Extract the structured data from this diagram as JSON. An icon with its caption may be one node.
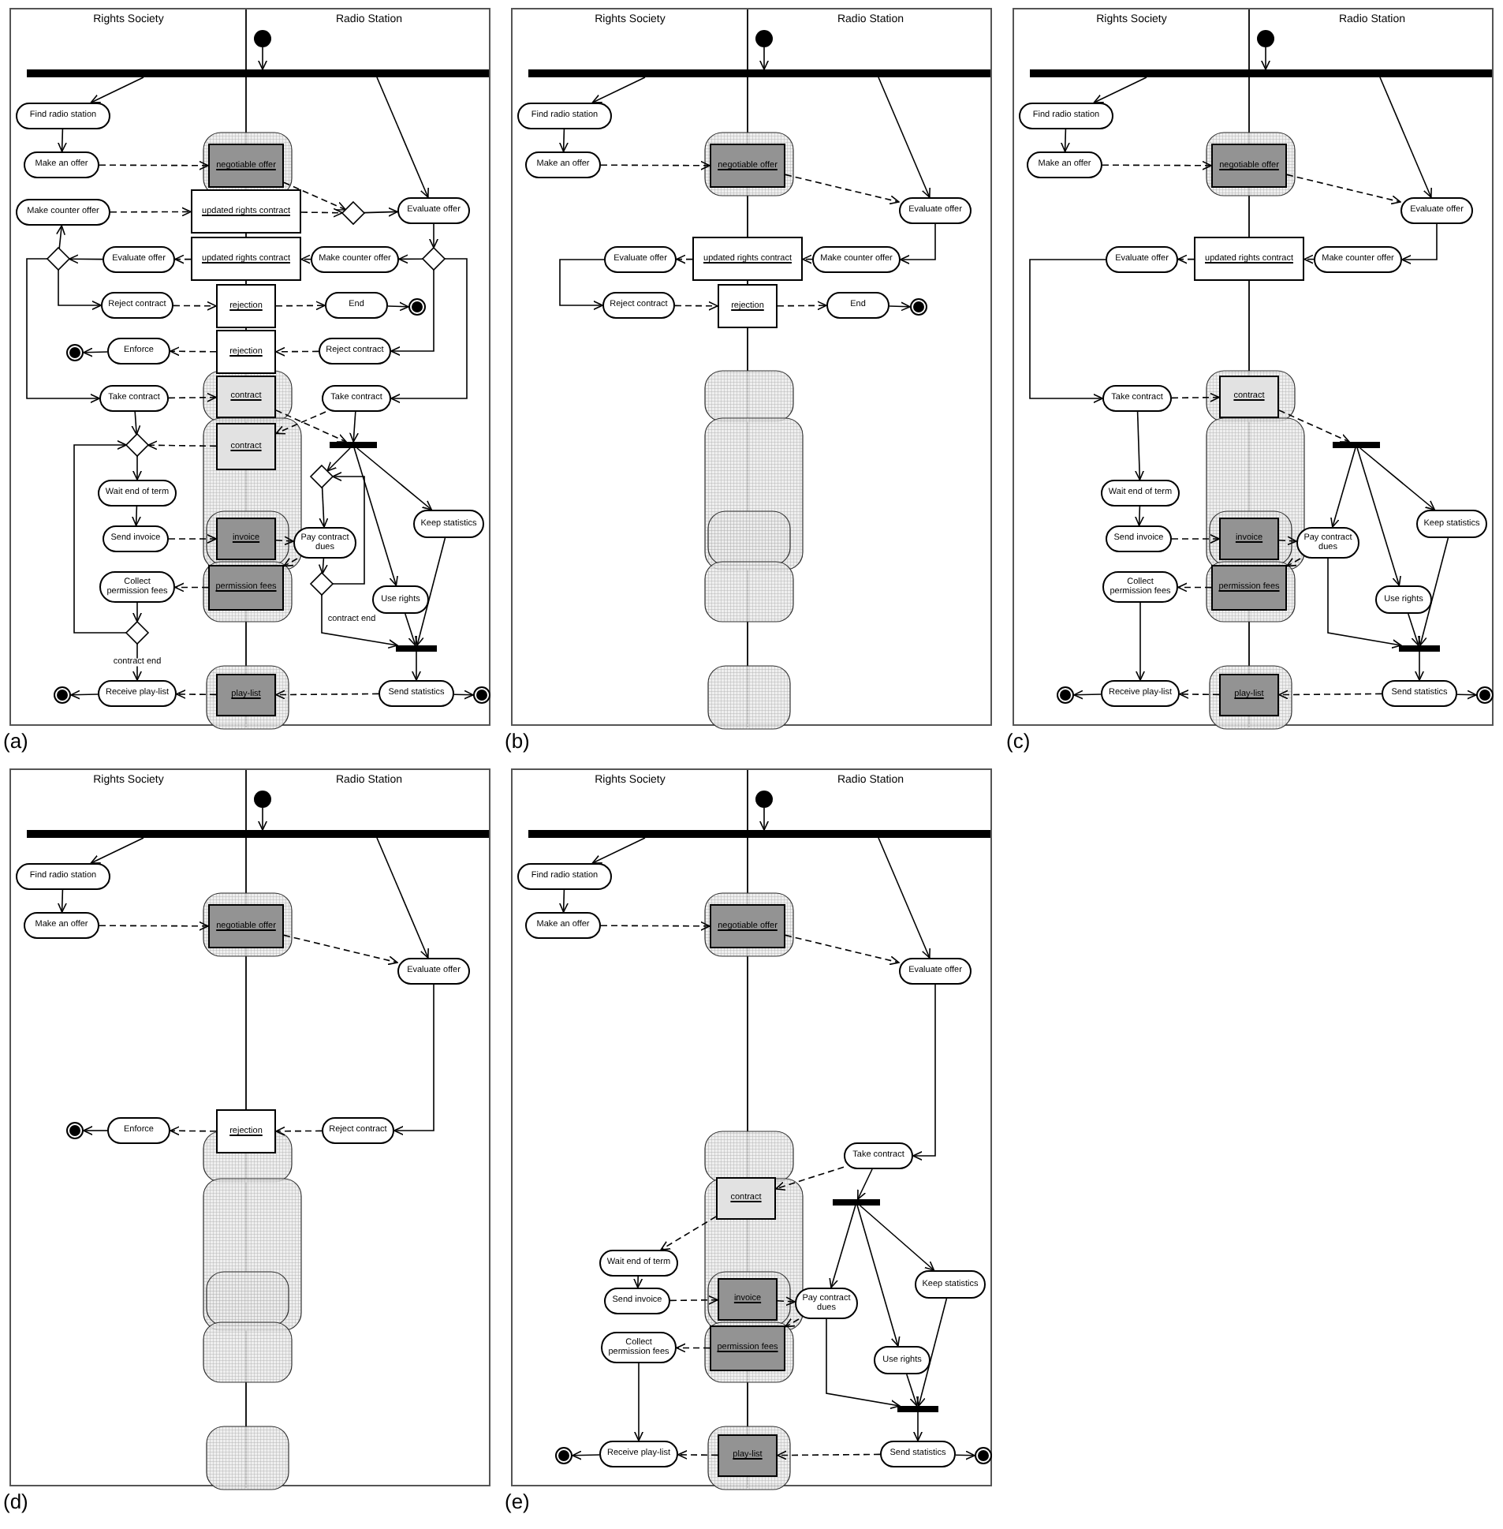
{
  "diagram": {
    "nodes": [
      {
        "text": [
          "Rights Society",
          "Radio Station"
        ],
        "beside": [
          "(a)"
        ]
      },
      {
        "text": [],
        "shape": "circle",
        "in": 0
      },
      {
        "text": [],
        "shape": "bar",
        "in": 0
      },
      {
        "text": [
          "Find radio station"
        ],
        "in": 0
      },
      {
        "text": [
          "Make an offer"
        ],
        "in": 0
      },
      {
        "text": [
          "negotiable offer"
        ],
        "in": 0
      },
      {
        "text": [
          "Make counter offer"
        ],
        "in": 0
      },
      {
        "text": [
          "updated rights contract"
        ],
        "in": 0
      },
      {
        "text": [],
        "shape": "diamond",
        "in": 0
      },
      {
        "text": [
          "Evaluate offer"
        ],
        "in": 0
      },
      {
        "text": [],
        "shape": "diamond",
        "in": 0
      },
      {
        "text": [
          "Evaluate offer"
        ],
        "in": 0
      },
      {
        "text": [
          "updated rights contract"
        ],
        "in": 0
      },
      {
        "text": [
          "Make counter offer"
        ],
        "in": 0
      },
      {
        "text": [],
        "shape": "diamond",
        "in": 0
      },
      {
        "text": [
          "Reject contract"
        ],
        "in": 0
      },
      {
        "text": [
          "rejection"
        ],
        "in": 0
      },
      {
        "text": [
          "End"
        ],
        "in": 0
      },
      {
        "text": [],
        "shape": "circle",
        "in": 0
      },
      {
        "text": [],
        "shape": "circle",
        "in": 0
      },
      {
        "text": [
          "Enforce"
        ],
        "in": 0
      },
      {
        "text": [
          "rejection"
        ],
        "in": 0
      },
      {
        "text": [
          "Reject contract"
        ],
        "in": 0
      },
      {
        "text": [
          "Take contract"
        ],
        "in": 0
      },
      {
        "text": [
          "contract"
        ],
        "in": 0
      },
      {
        "text": [
          "Take contract"
        ],
        "in": 0
      },
      {
        "text": [],
        "shape": "diamond",
        "in": 0
      },
      {
        "text": [
          "contract"
        ],
        "in": 0
      },
      {
        "text": [],
        "shape": "bar",
        "in": 0
      },
      {
        "text": [],
        "shape": "diamond",
        "in": 0
      },
      {
        "text": [
          "Wait end of term"
        ],
        "in": 0
      },
      {
        "text": [
          "Keep statistics"
        ],
        "in": 0
      },
      {
        "text": [
          "Send invoice"
        ],
        "in": 0
      },
      {
        "text": [
          "invoice"
        ],
        "in": 0
      },
      {
        "text": [
          "Pay contract dues"
        ],
        "in": 0
      },
      {
        "text": [
          "Collect permission fees"
        ],
        "in": 0
      },
      {
        "text": [
          "permission fees"
        ],
        "in": 0
      },
      {
        "text": [],
        "shape": "diamond",
        "in": 0
      },
      {
        "text": [
          "Use rights"
        ],
        "in": 0
      },
      {
        "text": [],
        "shape": "diamond",
        "in": 0
      },
      {
        "text": [],
        "shape": "bar",
        "in": 0
      },
      {
        "text": [],
        "shape": "circle",
        "in": 0
      },
      {
        "text": [
          "Receive play-list"
        ],
        "in": 0
      },
      {
        "text": [
          "play-list"
        ],
        "in": 0
      },
      {
        "text": [
          "Send statistics"
        ],
        "in": 0
      },
      {
        "text": [],
        "shape": "circle",
        "in": 0
      },
      {
        "text": [
          "Rights Society",
          "Radio Station"
        ],
        "beside": [
          "(b)"
        ]
      },
      {
        "text": [],
        "shape": "circle",
        "in": 46
      },
      {
        "text": [],
        "shape": "bar",
        "in": 46
      },
      {
        "text": [
          "Find radio station"
        ],
        "in": 46
      },
      {
        "text": [
          "Make an offer"
        ],
        "in": 46
      },
      {
        "text": [
          "negotiable offer"
        ],
        "in": 46
      },
      {
        "text": [
          "Evaluate offer"
        ],
        "in": 46
      },
      {
        "text": [
          "Evaluate offer"
        ],
        "in": 46
      },
      {
        "text": [
          "updated rights contract"
        ],
        "in": 46
      },
      {
        "text": [
          "Make counter offer"
        ],
        "in": 46
      },
      {
        "text": [
          "Reject contract"
        ],
        "in": 46
      },
      {
        "text": [
          "rejection"
        ],
        "in": 46
      },
      {
        "text": [
          "End"
        ],
        "in": 46
      },
      {
        "text": [],
        "shape": "circle",
        "in": 46
      },
      {
        "text": [
          "Rights Society",
          "Radio Station"
        ],
        "beside": [
          "(c)"
        ]
      },
      {
        "text": [],
        "shape": "circle",
        "in": 60
      },
      {
        "text": [],
        "shape": "bar",
        "in": 60
      },
      {
        "text": [
          "Find radio station"
        ],
        "in": 60
      },
      {
        "text": [
          "Make an offer"
        ],
        "in": 60
      },
      {
        "text": [
          "negotiable offer"
        ],
        "in": 60
      },
      {
        "text": [
          "Evaluate offer"
        ],
        "in": 60
      },
      {
        "text": [
          "Evaluate offer"
        ],
        "in": 60
      },
      {
        "text": [
          "updated rights contract"
        ],
        "in": 60
      },
      {
        "text": [
          "Make counter offer"
        ],
        "in": 60
      },
      {
        "text": [
          "Take contract"
        ],
        "in": 60
      },
      {
        "text": [
          "contract"
        ],
        "in": 60
      },
      {
        "text": [],
        "shape": "bar",
        "in": 60
      },
      {
        "text": [
          "Wait end of term"
        ],
        "in": 60
      },
      {
        "text": [
          "Keep statistics"
        ],
        "in": 60
      },
      {
        "text": [
          "Send invoice"
        ],
        "in": 60
      },
      {
        "text": [
          "invoice"
        ],
        "in": 60
      },
      {
        "text": [
          "Pay contract dues"
        ],
        "in": 60
      },
      {
        "text": [
          "Collect permission fees"
        ],
        "in": 60
      },
      {
        "text": [
          "permission fees"
        ],
        "in": 60
      },
      {
        "text": [
          "Use rights"
        ],
        "in": 60
      },
      {
        "text": [],
        "shape": "bar",
        "in": 60
      },
      {
        "text": [],
        "shape": "circle",
        "in": 60
      },
      {
        "text": [
          "Receive play-list"
        ],
        "in": 60
      },
      {
        "text": [
          "play-list"
        ],
        "in": 60
      },
      {
        "text": [
          "Send statistics"
        ],
        "in": 60
      },
      {
        "text": [],
        "shape": "circle",
        "in": 60
      },
      {
        "text": [
          "Rights Society",
          "Radio Station"
        ],
        "beside": [
          "(d)"
        ]
      },
      {
        "text": [],
        "shape": "circle",
        "in": 87
      },
      {
        "text": [],
        "shape": "bar",
        "in": 87
      },
      {
        "text": [
          "Find radio station"
        ],
        "in": 87
      },
      {
        "text": [
          "Make an offer"
        ],
        "in": 87
      },
      {
        "text": [
          "negotiable offer"
        ],
        "in": 87
      },
      {
        "text": [
          "Evaluate offer"
        ],
        "in": 87
      },
      {
        "text": [],
        "shape": "circle",
        "in": 87
      },
      {
        "text": [
          "Enforce"
        ],
        "in": 87
      },
      {
        "text": [
          "rejection"
        ],
        "in": 87
      },
      {
        "text": [
          "Reject contract"
        ],
        "in": 87
      },
      {
        "text": [
          "Rights Society",
          "Radio Station"
        ],
        "beside": [
          "(e)"
        ]
      },
      {
        "text": [],
        "shape": "circle",
        "in": 98
      },
      {
        "text": [],
        "shape": "bar",
        "in": 98
      },
      {
        "text": [
          "Find radio station"
        ],
        "in": 98
      },
      {
        "text": [
          "Make an offer"
        ],
        "in": 98
      },
      {
        "text": [
          "negotiable offer"
        ],
        "in": 98
      },
      {
        "text": [
          "Evaluate offer"
        ],
        "in": 98
      },
      {
        "text": [
          "Take contract"
        ],
        "in": 98
      },
      {
        "text": [
          "contract"
        ],
        "in": 98
      },
      {
        "text": [],
        "shape": "bar",
        "in": 98
      },
      {
        "text": [
          "Wait end of term"
        ],
        "in": 98
      },
      {
        "text": [
          "Keep statistics"
        ],
        "in": 98
      },
      {
        "text": [
          "Send invoice"
        ],
        "in": 98
      },
      {
        "text": [
          "invoice"
        ],
        "in": 98
      },
      {
        "text": [
          "Pay contract dues"
        ],
        "in": 98
      },
      {
        "text": [
          "Collect permission fees"
        ],
        "in": 98
      },
      {
        "text": [
          "permission fees"
        ],
        "in": 98
      },
      {
        "text": [
          "Use rights"
        ],
        "in": 98
      },
      {
        "text": [],
        "shape": "bar",
        "in": 98
      },
      {
        "text": [],
        "shape": "circle",
        "in": 98
      },
      {
        "text": [
          "Receive play-list"
        ],
        "in": 98
      },
      {
        "text": [
          "play-list"
        ],
        "in": 98
      },
      {
        "text": [
          "Send statistics"
        ],
        "in": 98
      },
      {
        "text": [],
        "shape": "circle",
        "in": 98
      }
    ],
    "edges": [
      {
        "from": 1,
        "to": 2,
        "arrow": "to"
      },
      {
        "from": 2,
        "to": 3,
        "arrow": "to"
      },
      {
        "from": 2,
        "to": 9,
        "arrow": "to"
      },
      {
        "from": 3,
        "to": 4,
        "arrow": "to"
      },
      {
        "from": 4,
        "to": 5,
        "arrow": "to",
        "style": "dashed"
      },
      {
        "from": 5,
        "to": 8,
        "arrow": "to",
        "style": "dashed"
      },
      {
        "from": 6,
        "to": 7,
        "arrow": "to",
        "style": "dashed"
      },
      {
        "from": 7,
        "to": 8,
        "arrow": "to",
        "style": "dashed"
      },
      {
        "from": 8,
        "to": 9,
        "arrow": "to"
      },
      {
        "from": 9,
        "to": 14,
        "arrow": "to"
      },
      {
        "from": 14,
        "to": 13,
        "arrow": "to"
      },
      {
        "from": 13,
        "to": 12,
        "arrow": "to",
        "style": "dashed"
      },
      {
        "from": 12,
        "to": 11,
        "arrow": "to",
        "style": "dashed"
      },
      {
        "from": 11,
        "to": 10,
        "arrow": "to"
      },
      {
        "from": 10,
        "to": 6,
        "arrow": "to"
      },
      {
        "from": 10,
        "to": 15,
        "arrow": "to"
      },
      {
        "from": 15,
        "to": 16,
        "arrow": "to",
        "style": "dashed"
      },
      {
        "from": 16,
        "to": 17,
        "arrow": "to",
        "style": "dashed"
      },
      {
        "from": 17,
        "to": 18,
        "arrow": "to"
      },
      {
        "from": 14,
        "to": 22,
        "arrow": "to"
      },
      {
        "from": 22,
        "to": 21,
        "arrow": "to",
        "style": "dashed"
      },
      {
        "from": 21,
        "to": 20,
        "arrow": "to",
        "style": "dashed"
      },
      {
        "from": 20,
        "to": 19,
        "arrow": "to"
      },
      {
        "from": 10,
        "to": 23,
        "arrow": "to"
      },
      {
        "from": 14,
        "to": 25,
        "arrow": "to"
      },
      {
        "from": 23,
        "to": 24,
        "arrow": "to",
        "style": "dashed"
      },
      {
        "from": 25,
        "to": 27,
        "arrow": "to",
        "style": "dashed"
      },
      {
        "from": 24,
        "to": 28,
        "arrow": "to",
        "style": "dashed"
      },
      {
        "from": 25,
        "to": 28,
        "arrow": "to"
      },
      {
        "from": 23,
        "to": 26,
        "arrow": "to"
      },
      {
        "from": 27,
        "to": 26,
        "arrow": "to",
        "style": "dashed"
      },
      {
        "from": 26,
        "to": 30,
        "arrow": "to"
      },
      {
        "from": 30,
        "to": 32,
        "arrow": "to"
      },
      {
        "from": 32,
        "to": 33,
        "arrow": "to",
        "style": "dashed"
      },
      {
        "from": 33,
        "to": 34,
        "arrow": "to",
        "style": "dashed"
      },
      {
        "from": 34,
        "to": 36,
        "arrow": "to",
        "style": "dashed"
      },
      {
        "from": 36,
        "to": 35,
        "arrow": "to",
        "style": "dashed"
      },
      {
        "from": 35,
        "to": 39,
        "arrow": "to"
      },
      {
        "from": 39,
        "to": 42,
        "arrow": "to",
        "label": "contract end"
      },
      {
        "from": 39,
        "to": 26,
        "arrow": "to"
      },
      {
        "from": 42,
        "to": 41,
        "arrow": "to"
      },
      {
        "from": 43,
        "to": 42,
        "arrow": "to",
        "style": "dashed"
      },
      {
        "from": 44,
        "to": 43,
        "arrow": "to",
        "style": "dashed"
      },
      {
        "from": 44,
        "to": 45,
        "arrow": "to"
      },
      {
        "from": 28,
        "to": 29,
        "arrow": "to"
      },
      {
        "from": 29,
        "to": 34,
        "arrow": "to"
      },
      {
        "from": 34,
        "to": 37,
        "arrow": "to"
      },
      {
        "from": 37,
        "to": 29,
        "arrow": "to"
      },
      {
        "from": 37,
        "to": 40,
        "arrow": "to",
        "label": "contract end"
      },
      {
        "from": 28,
        "to": 38,
        "arrow": "to"
      },
      {
        "from": 28,
        "to": 31,
        "arrow": "to"
      },
      {
        "from": 38,
        "to": 40,
        "arrow": "to"
      },
      {
        "from": 31,
        "to": 40,
        "arrow": "to"
      },
      {
        "from": 40,
        "to": 44,
        "arrow": "to"
      },
      {
        "from": 47,
        "to": 48,
        "arrow": "to"
      },
      {
        "from": 48,
        "to": 49,
        "arrow": "to"
      },
      {
        "from": 48,
        "to": 52,
        "arrow": "to"
      },
      {
        "from": 49,
        "to": 50,
        "arrow": "to"
      },
      {
        "from": 50,
        "to": 51,
        "arrow": "to",
        "style": "dashed"
      },
      {
        "from": 51,
        "to": 52,
        "arrow": "to",
        "style": "dashed"
      },
      {
        "from": 52,
        "to": 55,
        "arrow": "to"
      },
      {
        "from": 55,
        "to": 54,
        "arrow": "to",
        "style": "dashed"
      },
      {
        "from": 54,
        "to": 53,
        "arrow": "to",
        "style": "dashed"
      },
      {
        "from": 53,
        "to": 56,
        "arrow": "to"
      },
      {
        "from": 56,
        "to": 57,
        "arrow": "to",
        "style": "dashed"
      },
      {
        "from": 57,
        "to": 58,
        "arrow": "to",
        "style": "dashed"
      },
      {
        "from": 58,
        "to": 59,
        "arrow": "to"
      },
      {
        "from": 61,
        "to": 62,
        "arrow": "to"
      },
      {
        "from": 62,
        "to": 63,
        "arrow": "to"
      },
      {
        "from": 62,
        "to": 66,
        "arrow": "to"
      },
      {
        "from": 63,
        "to": 64,
        "arrow": "to"
      },
      {
        "from": 64,
        "to": 65,
        "arrow": "to",
        "style": "dashed"
      },
      {
        "from": 65,
        "to": 66,
        "arrow": "to",
        "style": "dashed"
      },
      {
        "from": 66,
        "to": 69,
        "arrow": "to"
      },
      {
        "from": 69,
        "to": 68,
        "arrow": "to",
        "style": "dashed"
      },
      {
        "from": 68,
        "to": 67,
        "arrow": "to",
        "style": "dashed"
      },
      {
        "from": 67,
        "to": 70,
        "arrow": "to"
      },
      {
        "from": 70,
        "to": 71,
        "arrow": "to",
        "style": "dashed"
      },
      {
        "from": 71,
        "to": 72,
        "arrow": "to",
        "style": "dashed"
      },
      {
        "from": 70,
        "to": 73,
        "arrow": "to"
      },
      {
        "from": 73,
        "to": 75,
        "arrow": "to"
      },
      {
        "from": 75,
        "to": 76,
        "arrow": "to",
        "style": "dashed"
      },
      {
        "from": 76,
        "to": 77,
        "arrow": "to",
        "style": "dashed"
      },
      {
        "from": 77,
        "to": 79,
        "arrow": "to",
        "style": "dashed"
      },
      {
        "from": 79,
        "to": 78,
        "arrow": "to",
        "style": "dashed"
      },
      {
        "from": 78,
        "to": 83,
        "arrow": "to"
      },
      {
        "from": 83,
        "to": 82,
        "arrow": "to"
      },
      {
        "from": 84,
        "to": 83,
        "arrow": "to",
        "style": "dashed"
      },
      {
        "from": 85,
        "to": 84,
        "arrow": "to",
        "style": "dashed"
      },
      {
        "from": 85,
        "to": 86,
        "arrow": "to"
      },
      {
        "from": 72,
        "to": 77,
        "arrow": "to"
      },
      {
        "from": 72,
        "to": 80,
        "arrow": "to"
      },
      {
        "from": 72,
        "to": 74,
        "arrow": "to"
      },
      {
        "from": 77,
        "to": 81,
        "arrow": "to"
      },
      {
        "from": 80,
        "to": 81,
        "arrow": "to"
      },
      {
        "from": 74,
        "to": 81,
        "arrow": "to"
      },
      {
        "from": 81,
        "to": 85,
        "arrow": "to"
      },
      {
        "from": 88,
        "to": 89,
        "arrow": "to"
      },
      {
        "from": 89,
        "to": 90,
        "arrow": "to"
      },
      {
        "from": 89,
        "to": 93,
        "arrow": "to"
      },
      {
        "from": 90,
        "to": 91,
        "arrow": "to"
      },
      {
        "from": 91,
        "to": 92,
        "arrow": "to",
        "style": "dashed"
      },
      {
        "from": 92,
        "to": 93,
        "arrow": "to",
        "style": "dashed"
      },
      {
        "from": 93,
        "to": 97,
        "arrow": "to"
      },
      {
        "from": 97,
        "to": 96,
        "arrow": "to",
        "style": "dashed"
      },
      {
        "from": 96,
        "to": 95,
        "arrow": "to",
        "style": "dashed"
      },
      {
        "from": 95,
        "to": 94,
        "arrow": "to"
      },
      {
        "from": 99,
        "to": 100,
        "arrow": "to"
      },
      {
        "from": 100,
        "to": 101,
        "arrow": "to"
      },
      {
        "from": 100,
        "to": 104,
        "arrow": "to"
      },
      {
        "from": 101,
        "to": 102,
        "arrow": "to"
      },
      {
        "from": 102,
        "to": 103,
        "arrow": "to",
        "style": "dashed"
      },
      {
        "from": 103,
        "to": 104,
        "arrow": "to",
        "style": "dashed"
      },
      {
        "from": 104,
        "to": 105,
        "arrow": "to"
      },
      {
        "from": 105,
        "to": 106,
        "arrow": "to",
        "style": "dashed"
      },
      {
        "from": 105,
        "to": 107,
        "arrow": "to"
      },
      {
        "from": 106,
        "to": 108,
        "arrow": "to",
        "style": "dashed"
      },
      {
        "from": 108,
        "to": 110,
        "arrow": "to"
      },
      {
        "from": 110,
        "to": 111,
        "arrow": "to",
        "style": "dashed"
      },
      {
        "from": 111,
        "to": 112,
        "arrow": "to",
        "style": "dashed"
      },
      {
        "from": 112,
        "to": 114,
        "arrow": "to",
        "style": "dashed"
      },
      {
        "from": 114,
        "to": 113,
        "arrow": "to",
        "style": "dashed"
      },
      {
        "from": 113,
        "to": 118,
        "arrow": "to"
      },
      {
        "from": 118,
        "to": 117,
        "arrow": "to"
      },
      {
        "from": 119,
        "to": 118,
        "arrow": "to",
        "style": "dashed"
      },
      {
        "from": 120,
        "to": 119,
        "arrow": "to",
        "style": "dashed"
      },
      {
        "from": 120,
        "to": 121,
        "arrow": "to"
      },
      {
        "from": 107,
        "to": 112,
        "arrow": "to"
      },
      {
        "from": 107,
        "to": 115,
        "arrow": "to"
      },
      {
        "from": 107,
        "to": 109,
        "arrow": "to"
      },
      {
        "from": 112,
        "to": 116,
        "arrow": "to"
      },
      {
        "from": 115,
        "to": 116,
        "arrow": "to"
      },
      {
        "from": 109,
        "to": 116,
        "arrow": "to"
      },
      {
        "from": 116,
        "to": 120,
        "arrow": "to"
      }
    ]
  }
}
